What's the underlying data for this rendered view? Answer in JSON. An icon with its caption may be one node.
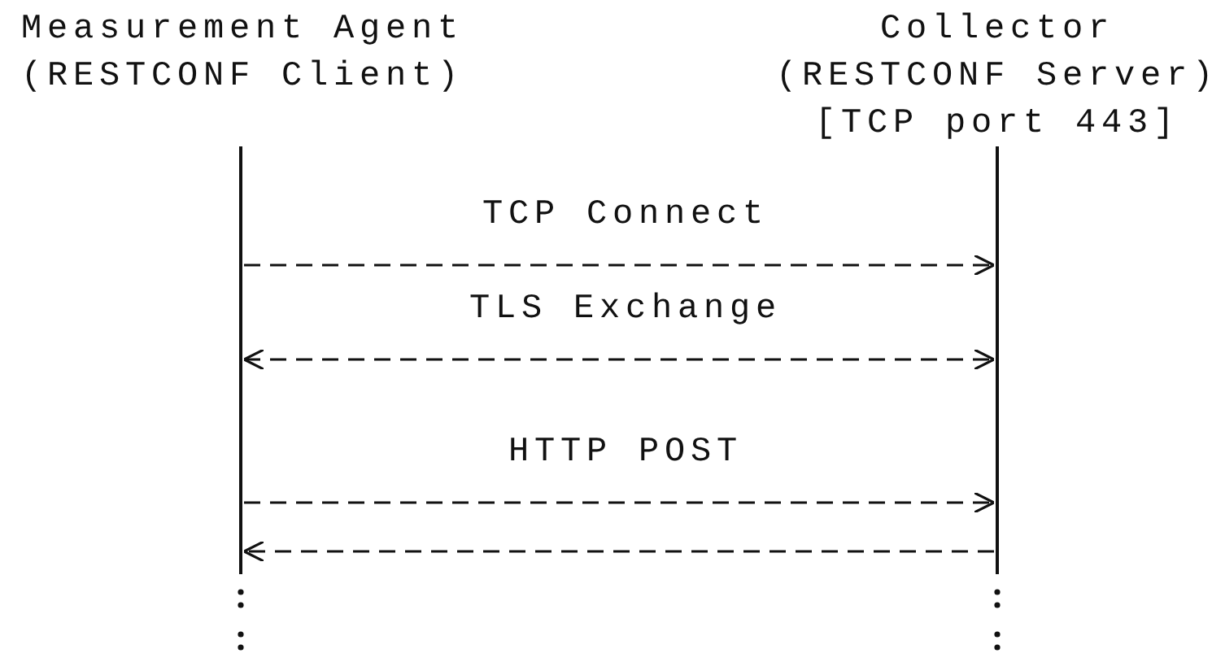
{
  "diagram": {
    "nodes": [
      {
        "text": [
          "Measurement Agent (RESTCONF Client)"
        ]
      },
      {
        "text": [
          "Collector (RESTCONF Server) [TCP port 443]"
        ]
      },
      {
        "text": [],
        "shape": "bar"
      },
      {
        "text": [],
        "shape": "bar"
      }
    ],
    "edges": [
      {
        "from": 2,
        "to": 3,
        "arrow": "to",
        "label": "TCP Connect"
      },
      {
        "from": 2,
        "to": 3,
        "arrow": "both",
        "label": "TLS Exchange"
      },
      {
        "from": 2,
        "to": 3,
        "arrow": "to",
        "label": "HTTP POST"
      },
      {
        "from": 3,
        "to": 2,
        "arrow": "to"
      }
    ]
  }
}
